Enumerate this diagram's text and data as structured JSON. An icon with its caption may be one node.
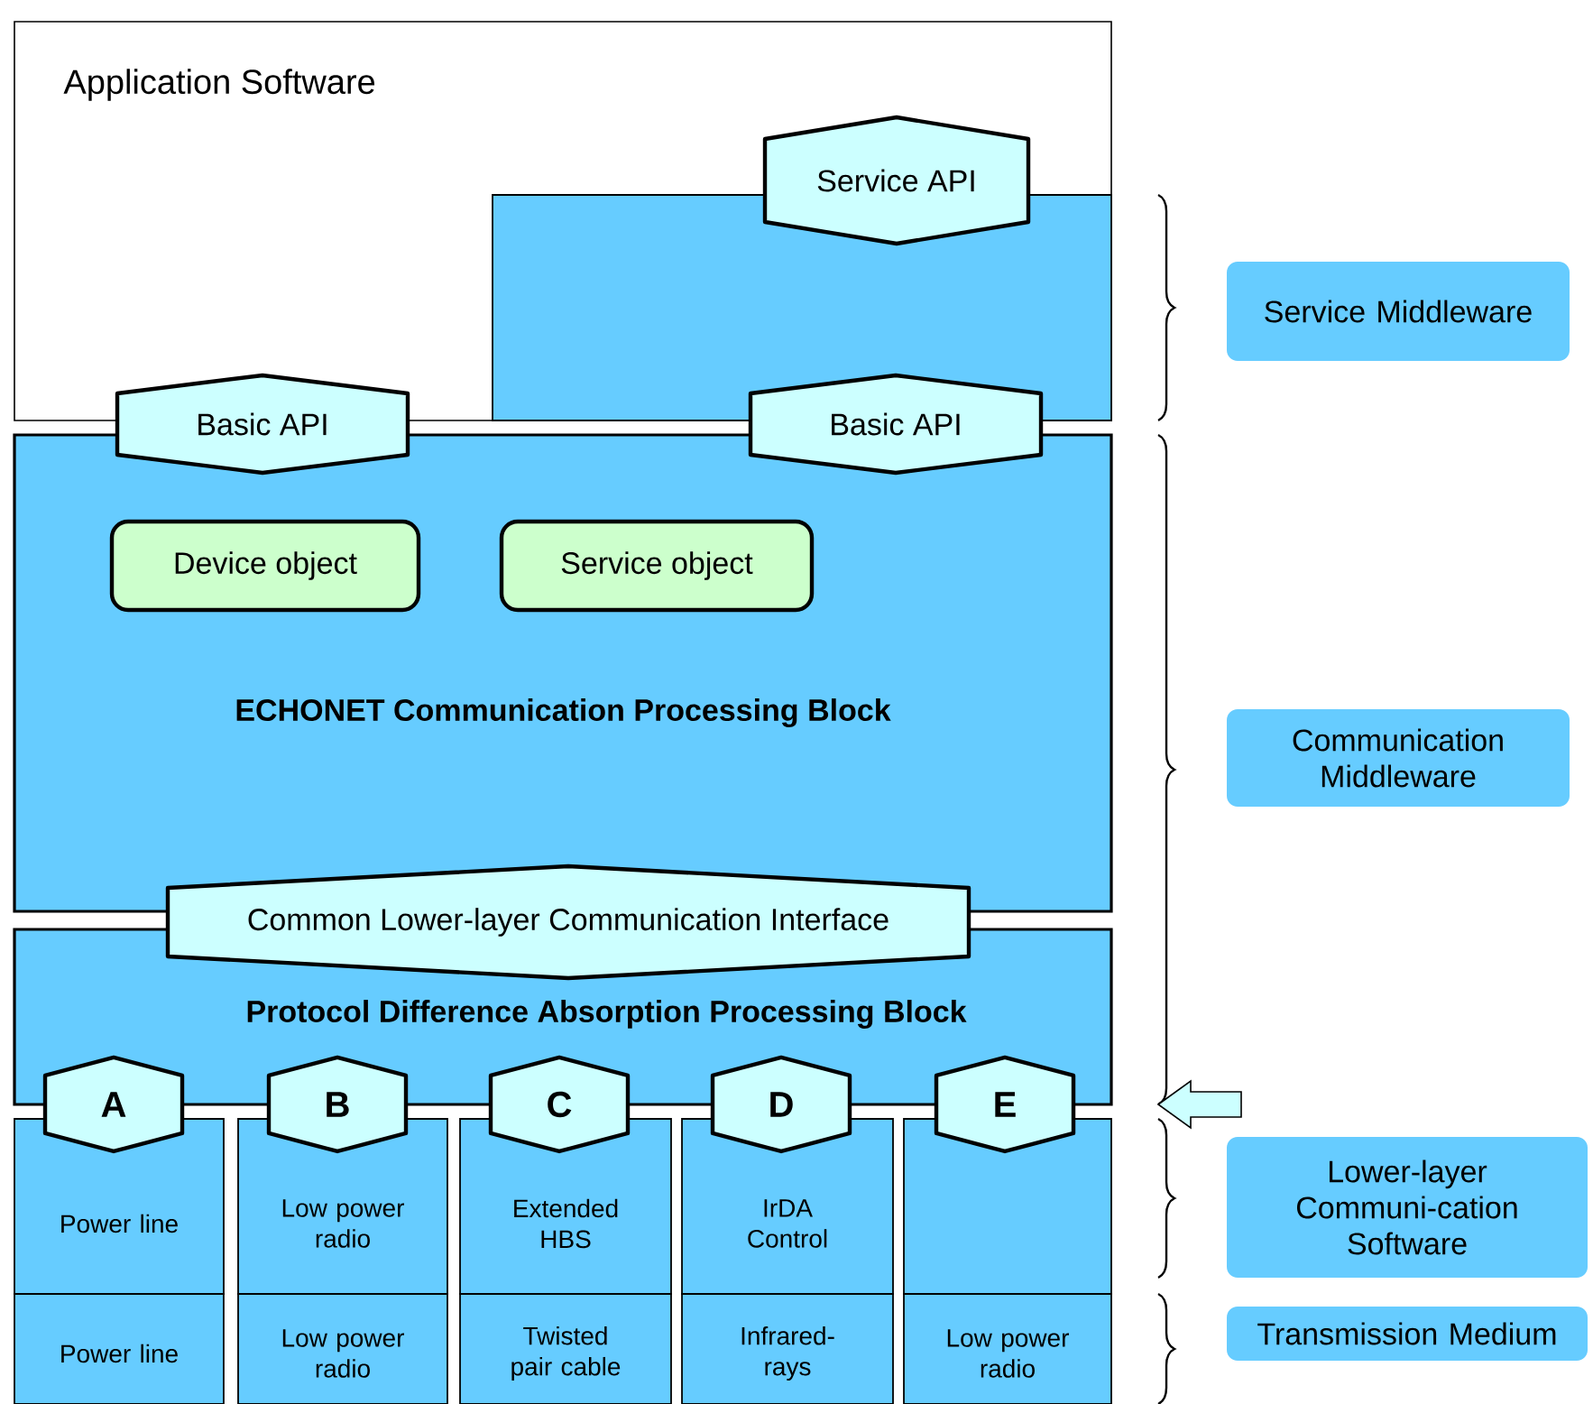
{
  "diagram": {
    "nodes": [
      {
        "text": [
          "Application Software"
        ]
      },
      {
        "text": [],
        "shape": "box",
        "in": 0
      },
      {
        "text": [
          "Service API"
        ],
        "in": 0
      },
      {
        "text": [
          "Basic API"
        ]
      },
      {
        "text": [
          "Basic API"
        ]
      },
      {
        "text": [
          "ECHONET Communication Processing Block"
        ]
      },
      {
        "text": [
          "Device object"
        ],
        "in": 5
      },
      {
        "text": [
          "Service object"
        ],
        "in": 5
      },
      {
        "text": [
          "Common Lower-layer Communication Interface"
        ]
      },
      {
        "text": [
          "Protocol Difference Absorption Processing Block"
        ]
      },
      {
        "text": [
          "A"
        ]
      },
      {
        "text": [
          "B"
        ]
      },
      {
        "text": [
          "C"
        ]
      },
      {
        "text": [
          "D"
        ]
      },
      {
        "text": [
          "E"
        ]
      },
      {
        "text": [
          "Power line"
        ]
      },
      {
        "text": [
          "Low power radio"
        ]
      },
      {
        "text": [
          "Extended HBS"
        ]
      },
      {
        "text": [
          "IrDA Control"
        ]
      },
      {
        "text": [],
        "shape": "box"
      },
      {
        "text": [
          "Power line"
        ]
      },
      {
        "text": [
          "Low power radio"
        ]
      },
      {
        "text": [
          "Twisted pair cable"
        ]
      },
      {
        "text": [
          "Infrared-rays"
        ]
      },
      {
        "text": [
          "Low power radio"
        ]
      },
      {
        "text": [
          "Service Middleware"
        ]
      },
      {
        "text": [
          "Communication Middleware"
        ]
      },
      {
        "text": [
          "Lower-layer Communi-cation Software"
        ]
      },
      {
        "text": [
          "Transmission Medium"
        ]
      }
    ],
    "edges": [
      {
        "from": 27,
        "to": 9,
        "arrow": "to"
      }
    ]
  }
}
